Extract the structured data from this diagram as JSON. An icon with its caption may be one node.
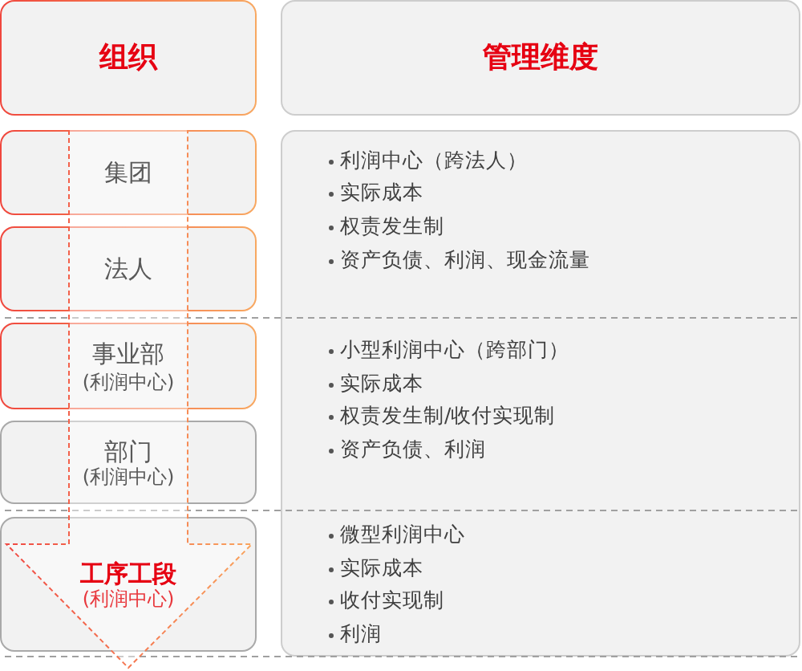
{
  "diagram": {
    "nodes": [
      {
        "text": [
          "组织"
        ]
      },
      {
        "text": [
          "管理维度"
        ]
      },
      {
        "text": [
          "集团"
        ]
      },
      {
        "text": [
          "法人"
        ]
      },
      {
        "text": [
          "事业部",
          "(利润中心)"
        ]
      },
      {
        "text": [
          "部门",
          "(利润中心)"
        ]
      },
      {
        "text": [
          "工序工段",
          "(利润中心)"
        ]
      },
      {
        "text": [
          "利润中心（跨法人）",
          "实际成本",
          "权责发生制",
          "资产负债、利润、现金流量",
          "小型利润中心（跨部门）",
          "实际成本",
          "权责发生制/收付实现制",
          "资产负债、利润",
          "微型利润中心",
          "实际成本",
          "收付实现制",
          "利润"
        ]
      }
    ]
  }
}
